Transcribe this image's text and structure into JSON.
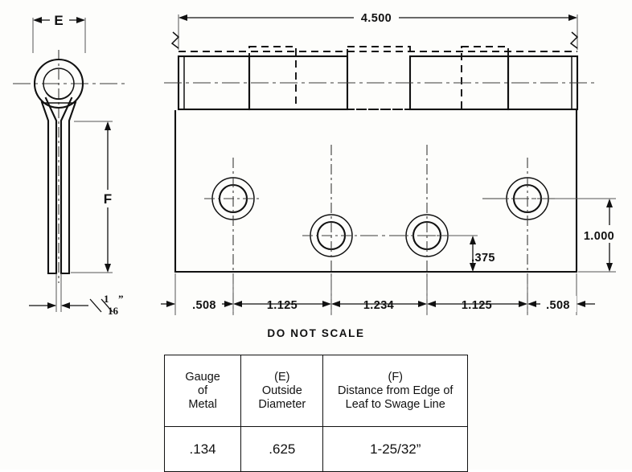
{
  "drawing": {
    "title_note": "DO NOT SCALE",
    "end_view": {
      "label_E": "E",
      "label_F": "F",
      "thickness_fraction": {
        "numerator": "1",
        "denominator": "16",
        "unit": "”"
      }
    },
    "plan_view": {
      "overall_length": "4.500",
      "edge_to_first_hole": ".508",
      "hole_spacing_1": "1.125",
      "hole_spacing_2": "1.234",
      "hole_spacing_3": "1.125",
      "last_hole_to_edge": ".508",
      "leaf_height": "1.000",
      "hole_offset_from_edge": ".375"
    }
  },
  "table": {
    "headers": [
      {
        "line1": "Gauge",
        "line2": "of",
        "line3": "Metal"
      },
      {
        "line1": "(E)",
        "line2": "Outside",
        "line3": "Diameter"
      },
      {
        "line1": "(F)",
        "line2": "Distance from Edge of",
        "line3": "Leaf to Swage Line"
      }
    ],
    "values": [
      ".134",
      ".625",
      "1-25/32”"
    ]
  },
  "colors": {
    "line": "#111111",
    "center_line": "#3a3a3a",
    "background": "#fdfdfb"
  }
}
